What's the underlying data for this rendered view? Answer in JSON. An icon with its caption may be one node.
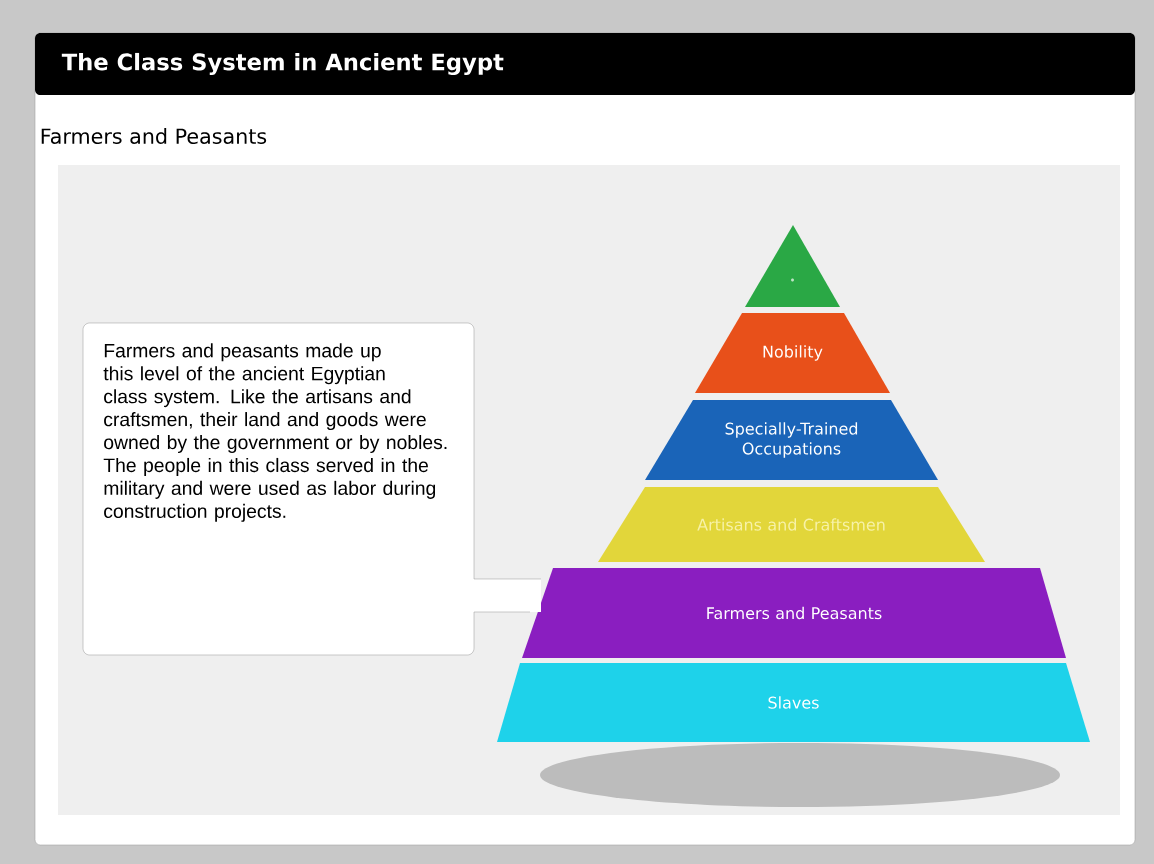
{
  "diagram": {
    "title": "The Class System in Ancient Egypt",
    "nodes": [
      {
        "text": [],
        "shape": "triangle"
      },
      {
        "text": [
          "Nobility"
        ]
      },
      {
        "text": [
          "Specially-Trained Occupations"
        ]
      },
      {
        "text": [
          "Artisans and Craftsmen"
        ]
      },
      {
        "text": [
          "Farmers and Peasants"
        ]
      },
      {
        "text": [
          "Slaves"
        ]
      },
      {
        "text": [
          "Farmers and peasants made up this level of the ancient Egyptian class system. Like the artisans and craftsmen, their land and goods were owned by the government or by nobles. The people in this class served in the military and were used as labor during construction projects."
        ]
      }
    ],
    "labels": [
      "Farmers and Peasants"
    ]
  }
}
